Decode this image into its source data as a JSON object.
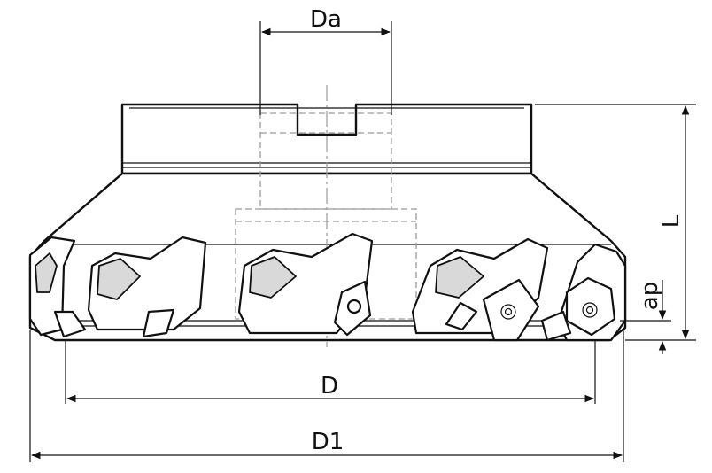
{
  "labels": {
    "da": "Da",
    "l": "L",
    "ap": "ap",
    "d": "D",
    "d1": "D1"
  }
}
